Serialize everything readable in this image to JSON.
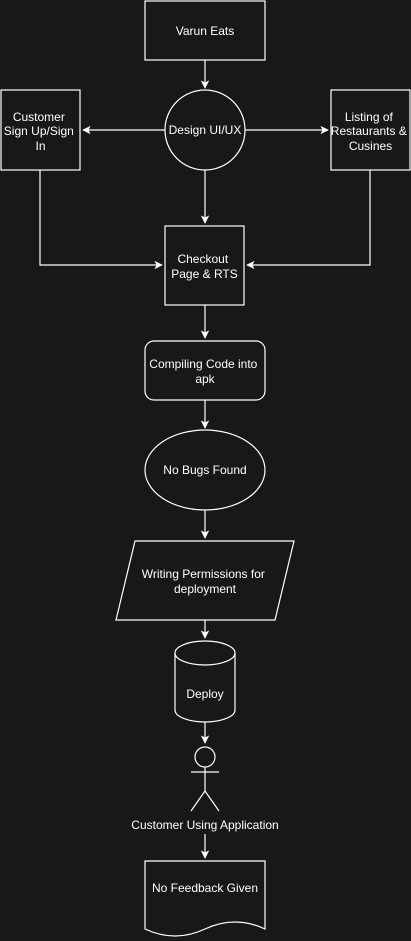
{
  "diagram": {
    "nodes": {
      "varun_eats": {
        "label": "Varun Eats"
      },
      "design": {
        "label": "Design UI/UX"
      },
      "signup": {
        "label_lines": [
          "Customer",
          "Sign Up/Sign",
          "In"
        ]
      },
      "listing": {
        "label_lines": [
          "Listing of",
          "Restaurants &",
          "Cusines"
        ]
      },
      "checkout": {
        "label_lines": [
          "Checkout",
          "Page & RTS"
        ]
      },
      "compiling": {
        "label_lines": [
          "Compiling Code into",
          "apk"
        ]
      },
      "no_bugs": {
        "label": "No Bugs Found"
      },
      "writing": {
        "label_lines": [
          "Writing Permissions for",
          "deployment"
        ]
      },
      "deploy": {
        "label": "Deploy"
      },
      "customer_using": {
        "label": "Customer Using Application"
      },
      "no_feedback": {
        "label": "No Feedback Given"
      }
    }
  }
}
